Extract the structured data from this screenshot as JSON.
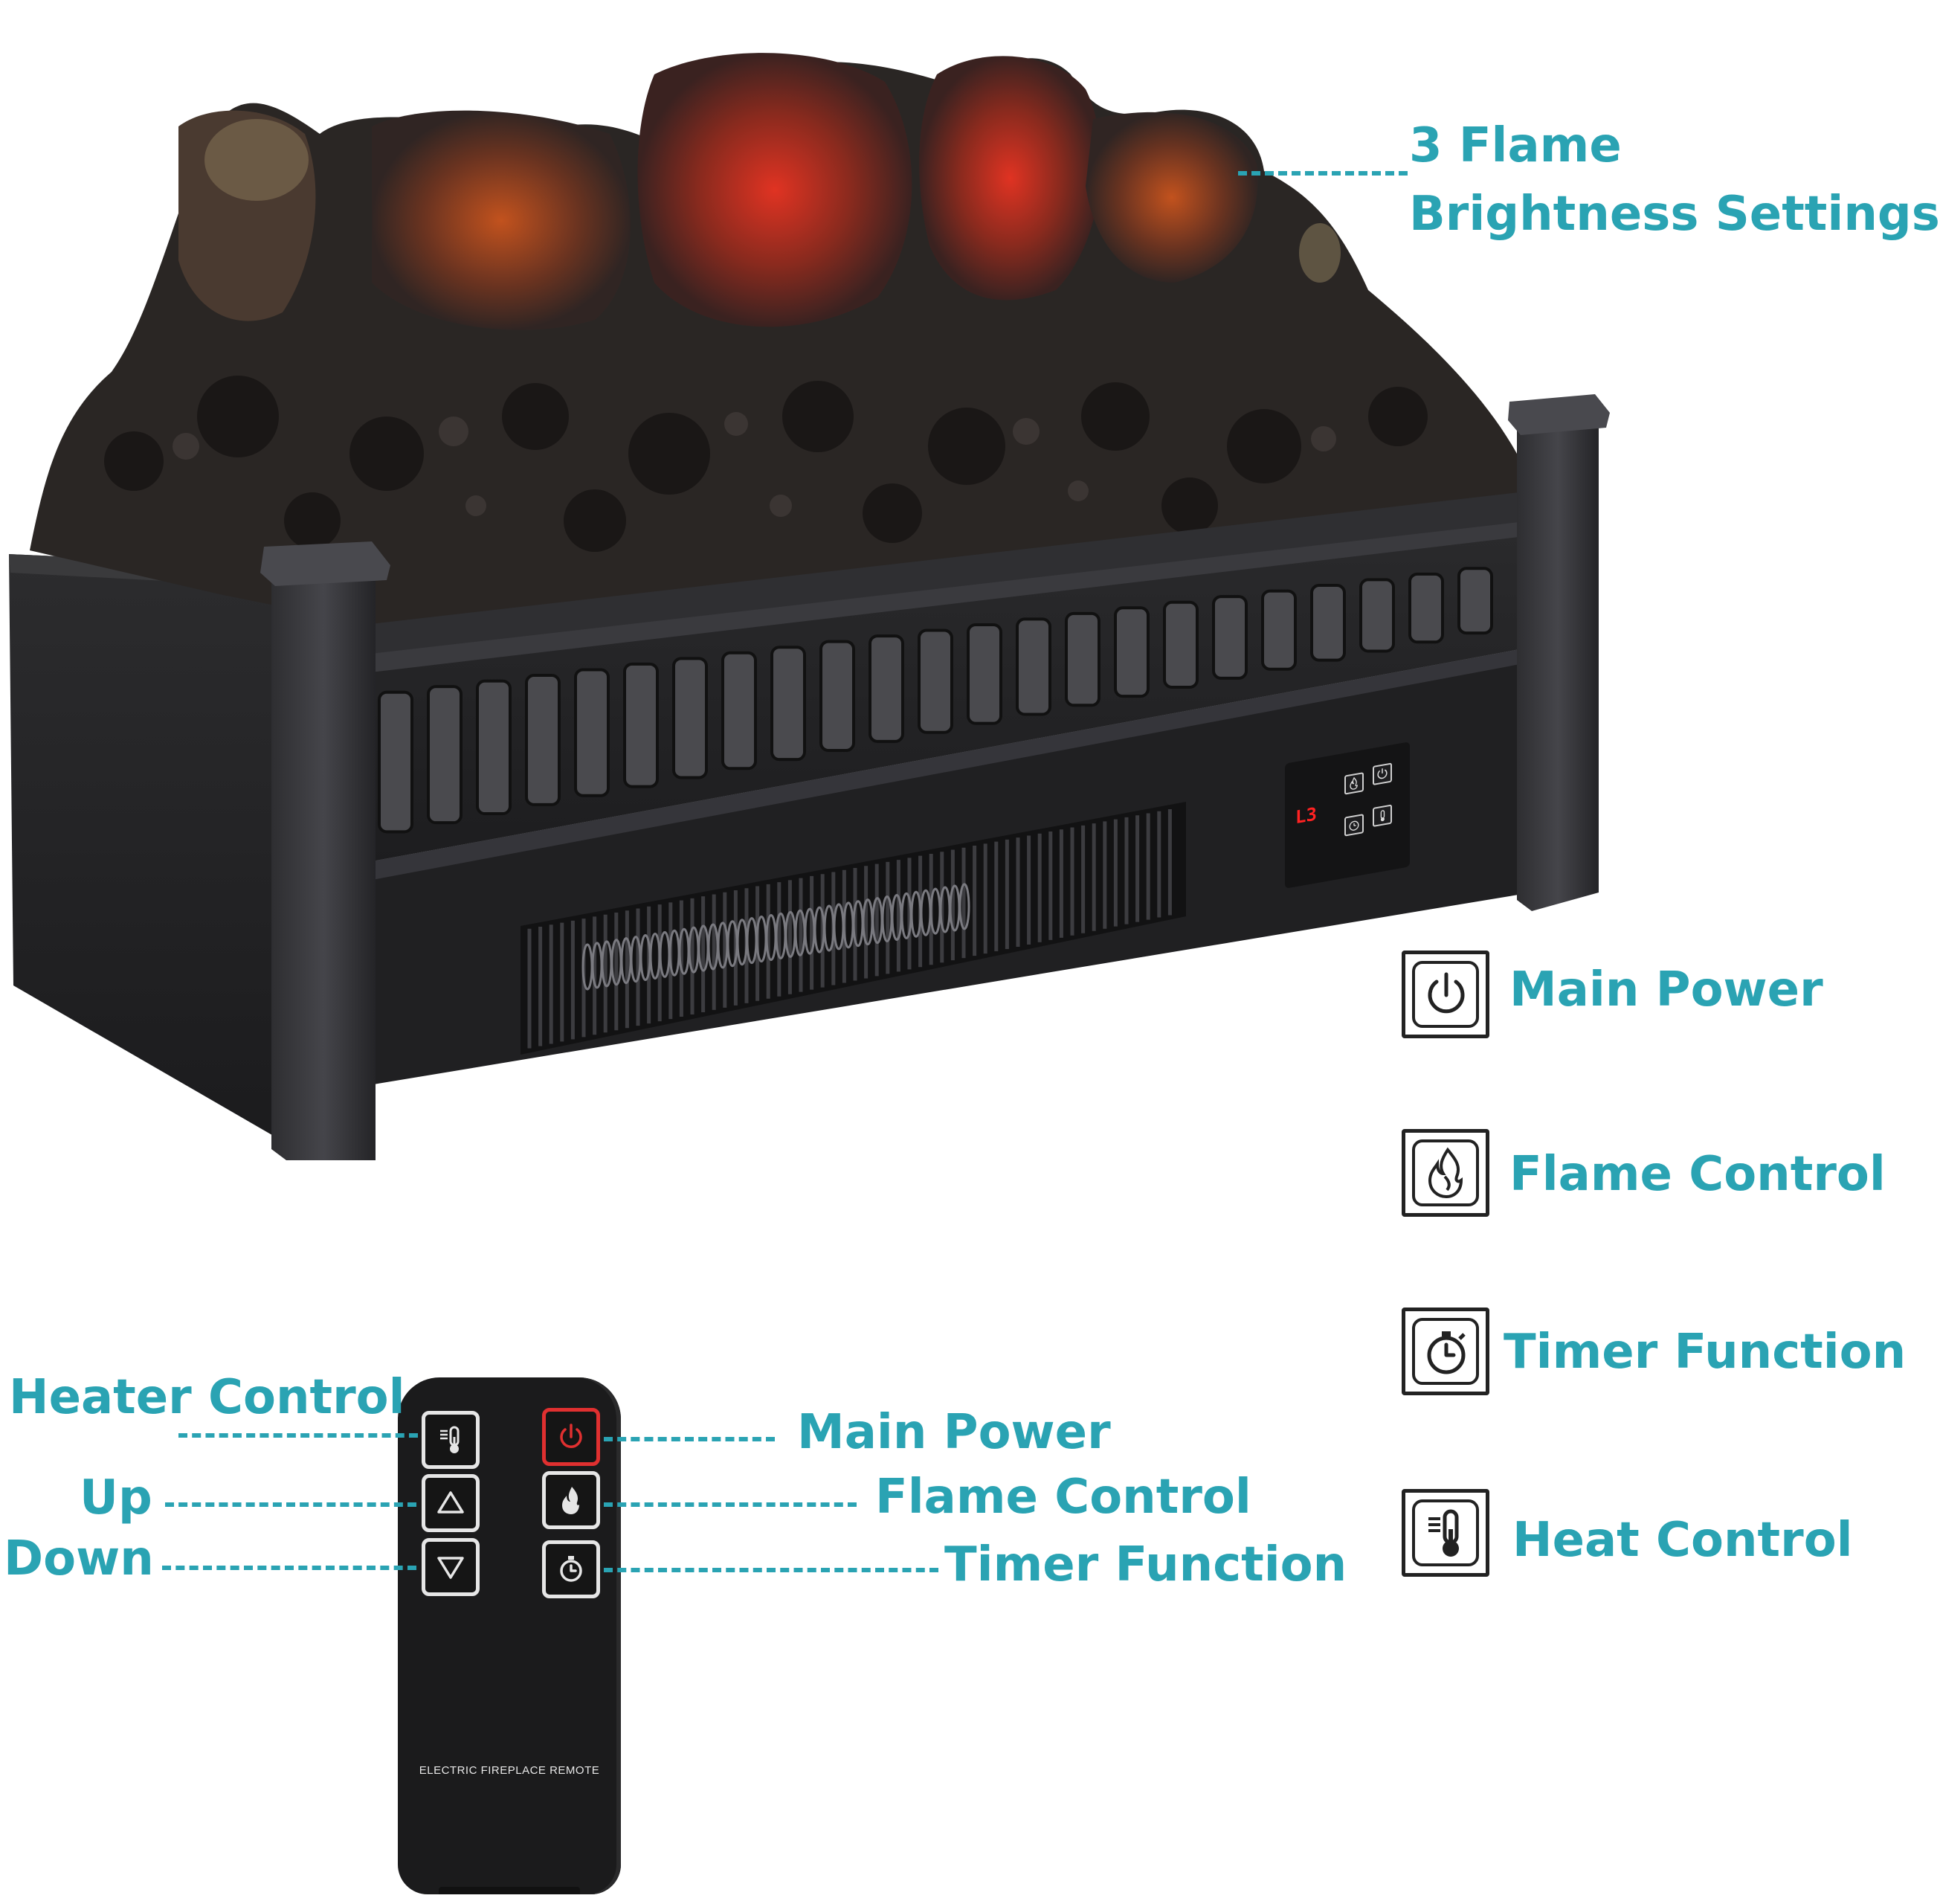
{
  "callouts": {
    "flame_brightness": "3 Flame\nBrightness Settings"
  },
  "panel": {
    "display": "L3"
  },
  "legend": [
    {
      "label": "Main Power",
      "icon": "power-icon"
    },
    {
      "label": "Flame Control",
      "icon": "flame-icon"
    },
    {
      "label": "Timer Function",
      "icon": "timer-icon"
    },
    {
      "label": "Heat Control",
      "icon": "thermometer-icon"
    }
  ],
  "remote": {
    "caption": "ELECTRIC FIREPLACE REMOTE",
    "labels": {
      "heater_control": "Heater Control",
      "up": "Up",
      "down": "Down",
      "main_power": "Main Power",
      "flame_control": "Flame Control",
      "timer_function": "Timer Function"
    },
    "power_color": "#e03030"
  },
  "colors": {
    "accent": "#2aa3b3",
    "display_red": "#ff2222"
  }
}
